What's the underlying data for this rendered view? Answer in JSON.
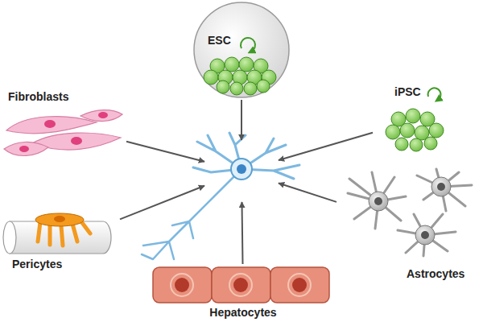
{
  "diagram": {
    "nodes": [
      {
        "text": [
          "ESC"
        ]
      },
      {
        "text": [
          "Fibroblasts"
        ]
      },
      {
        "text": [
          "iPSC"
        ]
      },
      {
        "text": []
      },
      {
        "text": [
          "Pericytes"
        ]
      },
      {
        "text": [
          "Astrocytes"
        ]
      },
      {
        "text": [
          "Hepatocytes"
        ]
      }
    ],
    "edges": [
      {
        "from": 0,
        "to": 3,
        "arrow": "to"
      },
      {
        "from": 1,
        "to": 3,
        "arrow": "to"
      },
      {
        "from": 2,
        "to": 3,
        "arrow": "to"
      },
      {
        "from": 4,
        "to": 3,
        "arrow": "to"
      },
      {
        "from": 5,
        "to": 3,
        "arrow": "to"
      },
      {
        "from": 6,
        "to": 3,
        "arrow": "to"
      }
    ]
  }
}
